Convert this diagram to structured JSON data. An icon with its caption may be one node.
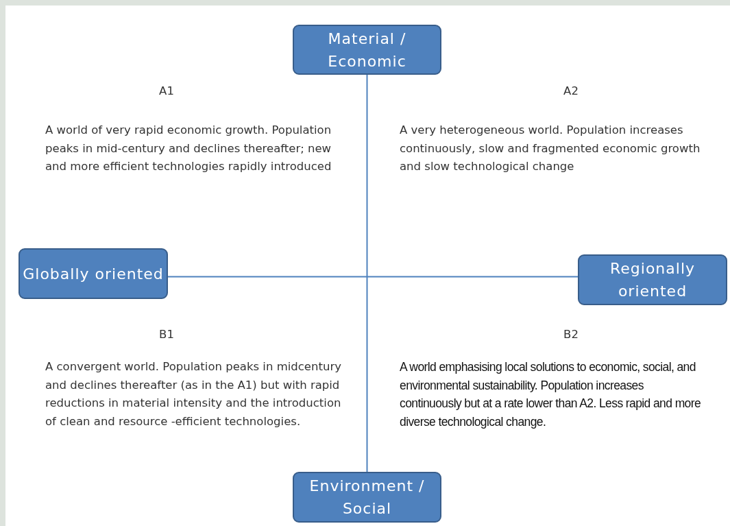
{
  "diagram": {
    "nodes": [
      {
        "text": [
          "Material / Economic"
        ]
      },
      {
        "text": [
          "Globally oriented"
        ]
      },
      {
        "text": [
          "Regionally oriented"
        ]
      },
      {
        "text": [
          "Environment / Social"
        ]
      }
    ],
    "edges": [
      {
        "from": 0,
        "to": 3,
        "arrow": "none"
      },
      {
        "from": 1,
        "to": 2,
        "arrow": "none"
      }
    ],
    "labels": [
      "A1",
      "A2",
      "A world of very rapid economic growth. Population peaks in mid-century and declines thereafter; new and more efficient technologies rapidly introduced",
      "A very heterogeneous world. Population increases continuously, slow and fragmented economic growth and slow technological change",
      "B1",
      "B2",
      "A convergent world. Population peaks in midcentury and declines thereafter (as in the A1) but with rapid reductions in material intensity and the introduction of clean and resource -efficient technologies.",
      "A world emphasising local solutions to economic, social, and environmental sustainability. Population increases continuously but at a rate lower than A2. Less rapid and more diverse technological change."
    ]
  }
}
